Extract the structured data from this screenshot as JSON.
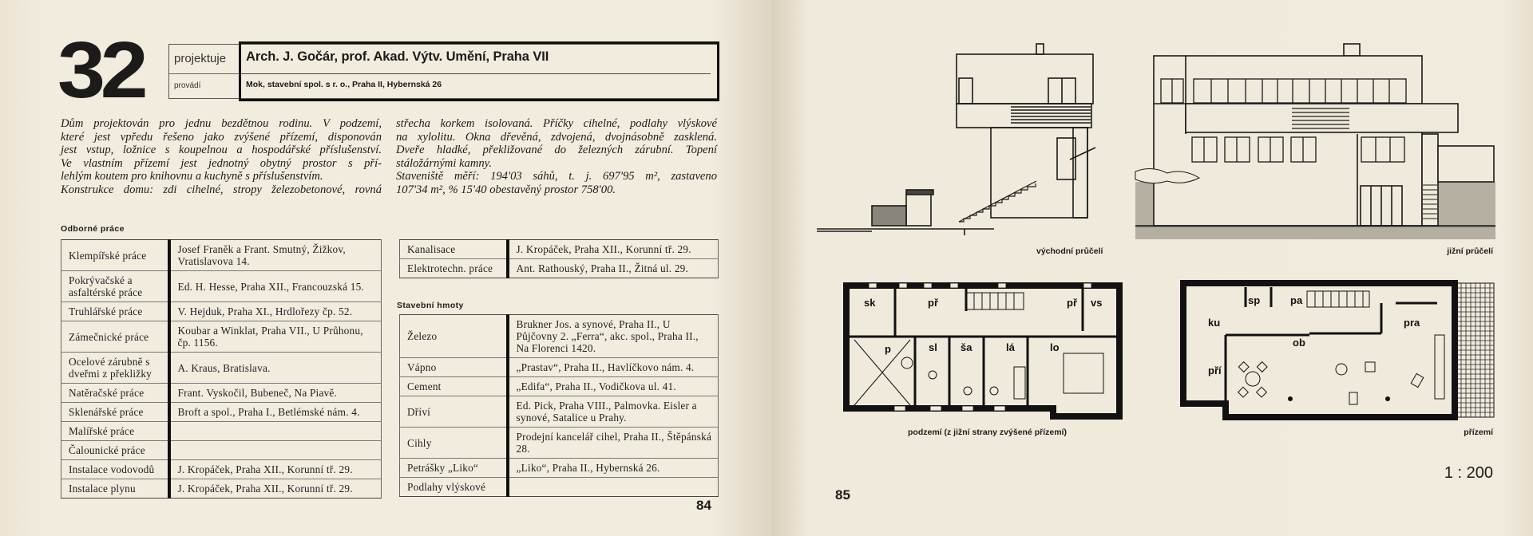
{
  "left_page": {
    "project_number": "32",
    "header": {
      "designer_label": "projektuje",
      "designer": "Arch. J. Gočár, prof. Akad. Výtv. Umění, Praha VII",
      "builder_label": "provádí",
      "builder": "Mok, stavební spol. s r. o., Praha II, Hybernská 26"
    },
    "description": {
      "column1": [
        "Dům projektován pro jednu bezdětnou rodinu. V podzemí,",
        "které jest vpředu řešeno jako zvýšené přízemí, disponován",
        "jest vstup, ložnice s koupelnou a hospodářské příslušenství.",
        "Ve vlastním přízemí jest jednotný obytný prostor s pří-",
        "lehlým koutem pro knihovnu a kuchyně s příslušenstvím.",
        "Konstrukce domu: zdi cihelné, stropy železobetonové, rovná"
      ],
      "column2": [
        "střecha korkem isolovaná. Příčky cihelné, podlahy vlýskové",
        "na xylolitu. Okna dřevěná, zdvojená, dvojnásobně zasklená.",
        "Dveře hladké, překližované do železných zárubní. Topení",
        "stáložárnými kamny.",
        "Staveniště měří: 194'03 sáhů, t. j. 697'95 m², zastaveno",
        "107'34 m², % 15'40 obestavěný prostor 758'00."
      ]
    },
    "trades_title": "Odborné práce",
    "trades": [
      {
        "label": "Klempířské práce",
        "value": "Josef Franěk a Frant. Smutný, Žižkov, Vratislavova 14."
      },
      {
        "label": "Pokrývačské a asfaltérské práce",
        "value": "Ed. H. Hesse, Praha XII., Francouzská 15."
      },
      {
        "label": "Truhlářské práce",
        "value": "V. Hejduk, Praha XI., Hrdlořezy čp. 52."
      },
      {
        "label": "Zámečnické práce",
        "value": "Koubar a Winklat, Praha VII., U Průhonu, čp. 1156."
      },
      {
        "label": "Ocelové zárubně s dveřmi z překližky",
        "value": "A. Kraus, Bratislava."
      },
      {
        "label": "Natěračské práce",
        "value": "Frant. Vyskočil, Bubeneč, Na Piavě."
      },
      {
        "label": "Sklenářské práce",
        "value": "Broft a spol., Praha I., Betlémské nám. 4."
      },
      {
        "label": "Malířské práce",
        "value": ""
      },
      {
        "label": "Čalounické práce",
        "value": ""
      },
      {
        "label": "Instalace vodovodů",
        "value": "J. Kropáček, Praha XII., Korunní tř. 29."
      },
      {
        "label": "Instalace plynu",
        "value": "J. Kropáček, Praha XII., Korunní tř. 29."
      }
    ],
    "trades_cont": [
      {
        "label": "Kanalisace",
        "value": "J. Kropáček, Praha XII., Korunní tř. 29."
      },
      {
        "label": "Elektrotechn. práce",
        "value": "Ant. Rathouský, Praha II., Žitná ul. 29."
      }
    ],
    "materials_title": "Stavební hmoty",
    "materials": [
      {
        "label": "Železo",
        "value": "Brukner Jos. a synové, Praha II., U Půjčovny 2. „Ferra“, akc. spol., Praha II., Na Florenci 1420."
      },
      {
        "label": "Vápno",
        "value": "„Prastav“, Praha II., Havlíčkovo nám. 4."
      },
      {
        "label": "Cement",
        "value": "„Edifa“, Praha II., Vodičkova ul. 41."
      },
      {
        "label": "Dříví",
        "value": "Ed. Pick, Praha VIII., Palmovka. Eisler a synové, Satalice u Prahy."
      },
      {
        "label": "Cihly",
        "value": "Prodejní kancelář cihel, Praha II., Štěpánská 28."
      },
      {
        "label": "Petrášky „Liko“",
        "value": "„Liko“, Praha II., Hybernská 26."
      },
      {
        "label": "Podlahy vlýskové",
        "value": ""
      }
    ],
    "page_number": "84"
  },
  "right_page": {
    "east_caption": "východní průčelí",
    "south_caption": "jižní průčelí",
    "basement_caption": "podzemí (z jižní strany zvýšené přízemí)",
    "ground_caption": "přízemí",
    "basement_rooms": [
      "sk",
      "př",
      "př",
      "vs",
      "p",
      "sl",
      "ša",
      "lá",
      "lo"
    ],
    "ground_rooms": [
      "sp",
      "pa",
      "ku",
      "pra",
      "ob",
      "pří"
    ],
    "scale": "1 : 200",
    "page_number": "85"
  }
}
